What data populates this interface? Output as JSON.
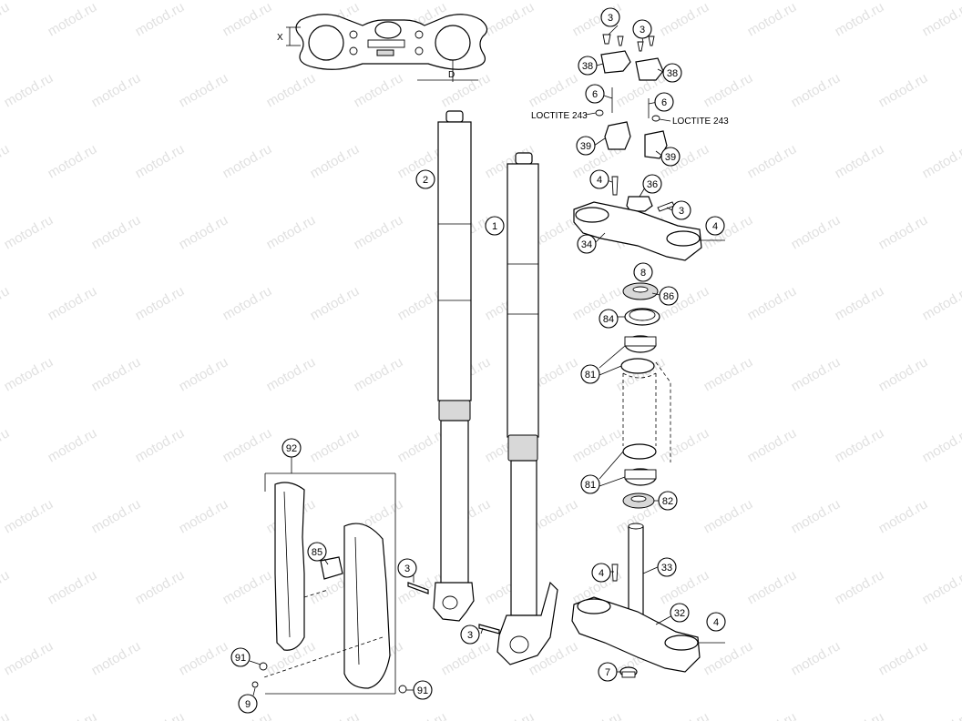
{
  "watermark": {
    "text": "motod.ru"
  },
  "dimension_labels": {
    "x": "X",
    "d": "D"
  },
  "loctite": {
    "left": "LOCTITE 243",
    "right": "LOCTITE 243"
  },
  "callouts": [
    {
      "id": "c-3-a",
      "label": "3"
    },
    {
      "id": "c-3-b",
      "label": "3"
    },
    {
      "id": "c-38-a",
      "label": "38"
    },
    {
      "id": "c-38-b",
      "label": "38"
    },
    {
      "id": "c-6-a",
      "label": "6"
    },
    {
      "id": "c-6-b",
      "label": "6"
    },
    {
      "id": "c-39-a",
      "label": "39"
    },
    {
      "id": "c-39-b",
      "label": "39"
    },
    {
      "id": "c-4-a",
      "label": "4"
    },
    {
      "id": "c-36",
      "label": "36"
    },
    {
      "id": "c-3-c",
      "label": "3"
    },
    {
      "id": "c-4-b",
      "label": "4"
    },
    {
      "id": "c-34",
      "label": "34"
    },
    {
      "id": "c-8",
      "label": "8"
    },
    {
      "id": "c-86",
      "label": "86"
    },
    {
      "id": "c-84",
      "label": "84"
    },
    {
      "id": "c-81-a",
      "label": "81"
    },
    {
      "id": "c-81-b",
      "label": "81"
    },
    {
      "id": "c-82",
      "label": "82"
    },
    {
      "id": "c-33",
      "label": "33"
    },
    {
      "id": "c-4-c",
      "label": "4"
    },
    {
      "id": "c-32",
      "label": "32"
    },
    {
      "id": "c-4-d",
      "label": "4"
    },
    {
      "id": "c-7",
      "label": "7"
    },
    {
      "id": "c-2",
      "label": "2"
    },
    {
      "id": "c-1",
      "label": "1"
    },
    {
      "id": "c-92",
      "label": "92"
    },
    {
      "id": "c-85",
      "label": "85"
    },
    {
      "id": "c-3-d",
      "label": "3"
    },
    {
      "id": "c-3-e",
      "label": "3"
    },
    {
      "id": "c-91-a",
      "label": "91"
    },
    {
      "id": "c-91-b",
      "label": "91"
    },
    {
      "id": "c-9",
      "label": "9"
    }
  ]
}
